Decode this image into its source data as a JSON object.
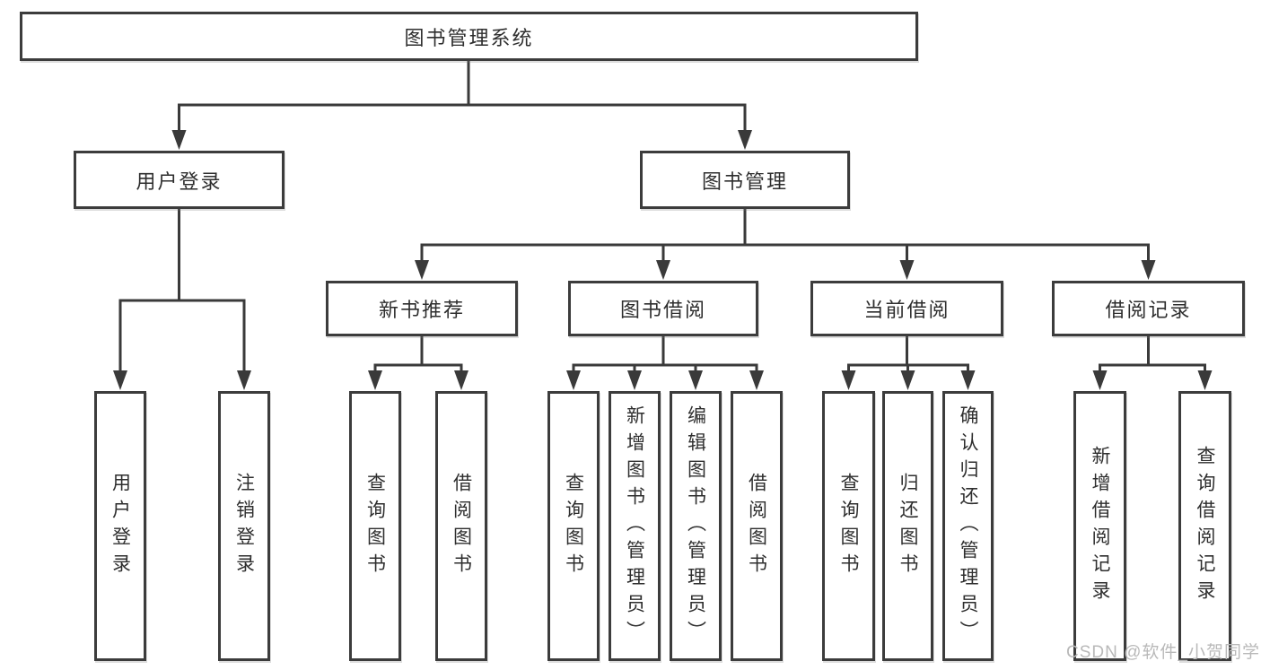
{
  "nodes": {
    "root": {
      "label": "图书管理系统"
    },
    "user_login": {
      "label": "用户登录"
    },
    "book_mgmt": {
      "label": "图书管理"
    },
    "new_book_rec": {
      "label": "新书推荐"
    },
    "book_borrow": {
      "label": "图书借阅"
    },
    "current_borrow": {
      "label": "当前借阅"
    },
    "borrow_record": {
      "label": "借阅记录"
    },
    "leaf_user_login": {
      "label": "用户登录"
    },
    "leaf_logout": {
      "label": "注销登录"
    },
    "leaf_nb_query": {
      "label": "查询图书"
    },
    "leaf_nb_borrow": {
      "label": "借阅图书"
    },
    "leaf_bb_query": {
      "label": "查询图书"
    },
    "leaf_bb_add": {
      "label": "新增图书（管理员）"
    },
    "leaf_bb_edit": {
      "label": "编辑图书（管理员）"
    },
    "leaf_bb_borrow": {
      "label": "借阅图书"
    },
    "leaf_cb_query": {
      "label": "查询图书"
    },
    "leaf_cb_return": {
      "label": "归还图书"
    },
    "leaf_cb_confirm": {
      "label": "确认归还（管理员）"
    },
    "leaf_br_add": {
      "label": "新增借阅记录"
    },
    "leaf_br_query": {
      "label": "查询借阅记录"
    }
  },
  "colors": {
    "line": "#3a3a3a",
    "text": "#2e2e2e",
    "background": "#ffffff",
    "watermark": "#b9b9b9"
  },
  "watermark": {
    "text": "CSDN @软件_小贺同学"
  }
}
